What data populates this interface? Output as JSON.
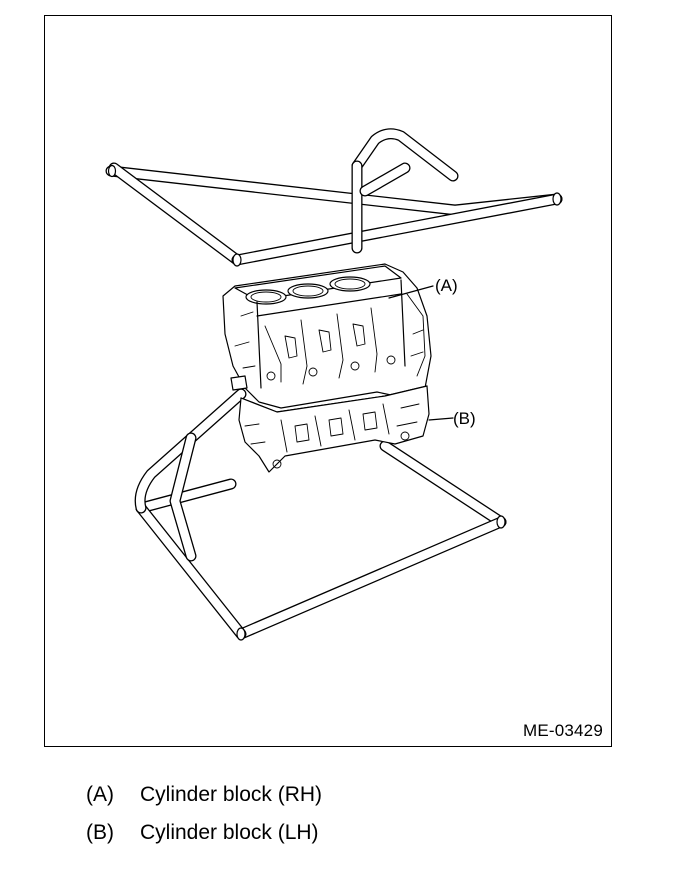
{
  "figure": {
    "id": "ME-03429",
    "callouts": [
      {
        "key": "(A)"
      },
      {
        "key": "(B)"
      }
    ]
  },
  "legend": {
    "items": [
      {
        "key": "(A)",
        "text": "Cylinder block (RH)"
      },
      {
        "key": "(B)",
        "text": "Cylinder block (LH)"
      }
    ]
  }
}
